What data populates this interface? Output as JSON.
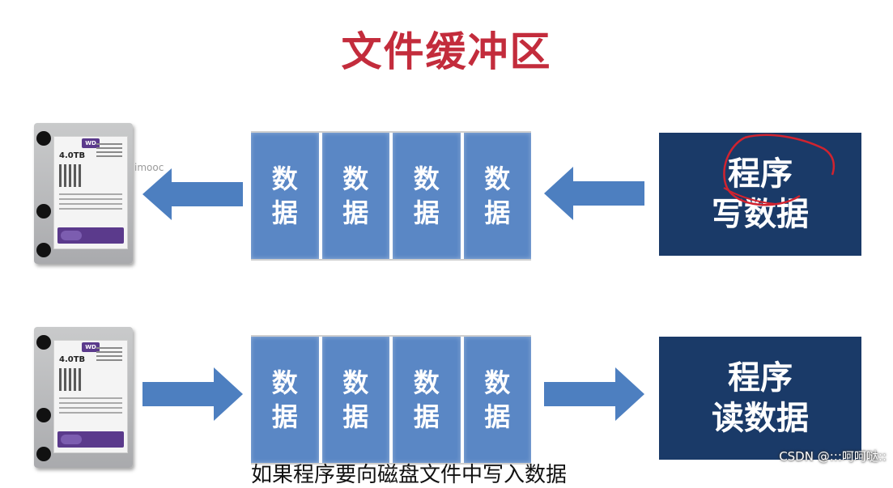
{
  "title": "文件缓冲区",
  "colors": {
    "title": "#c32c3c",
    "block": "#5a87c5",
    "arrow": "#4d7fc0",
    "program": "#1a3a68",
    "annotation": "#d1232f"
  },
  "rows": [
    {
      "id": "write",
      "drive": {
        "capacity": "4.0TB",
        "brand": "WD"
      },
      "blocks": [
        "数据",
        "数据",
        "数据",
        "数据"
      ],
      "program": {
        "line1": "程序",
        "line2": "写数据"
      },
      "arrow_direction": "left"
    },
    {
      "id": "read",
      "drive": {
        "capacity": "4.0TB",
        "brand": "WD"
      },
      "blocks": [
        "数据",
        "数据",
        "数据",
        "数据"
      ],
      "program": {
        "line1": "程序",
        "line2": "读数据"
      },
      "arrow_direction": "right"
    }
  ],
  "imooc_watermark": "imooc",
  "footer_caption": "如果程序要向磁盘文件中写入数据",
  "csdn_watermark": "CSDN @:::呵呵哒::"
}
